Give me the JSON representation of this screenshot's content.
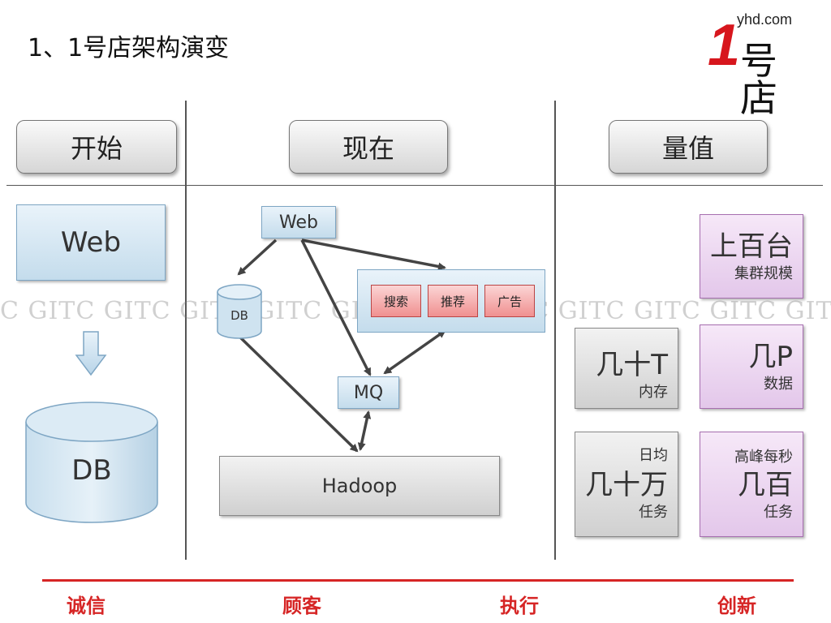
{
  "title": "1、1号店架构演变",
  "logo": {
    "url": "yhd.com",
    "one": "1",
    "cn": "号店"
  },
  "columns": {
    "start": "开始",
    "now": "现在",
    "value": "量值"
  },
  "start": {
    "web": "Web",
    "db": "DB"
  },
  "now": {
    "web": "Web",
    "db": "DB",
    "services": [
      "搜索",
      "推荐",
      "广告"
    ],
    "mq": "MQ",
    "hadoop": "Hadoop"
  },
  "values": {
    "memory": {
      "big": "几十T",
      "small": "内存"
    },
    "tasks": {
      "top": "日均",
      "big": "几十万",
      "small": "任务"
    },
    "cluster": {
      "big": "上百台",
      "small": "集群规模"
    },
    "data": {
      "big": "几P",
      "small": "数据"
    },
    "peak": {
      "top": "高峰每秒",
      "big": "几百",
      "small": "任务"
    }
  },
  "watermark": "C GITC GITC GITC GITC GITC GITC GITC GITC GITC GITC GITC G",
  "footer": [
    "诚信",
    "顾客",
    "执行",
    "创新"
  ],
  "colors": {
    "accent": "#d62525",
    "arrow": "#444444"
  }
}
